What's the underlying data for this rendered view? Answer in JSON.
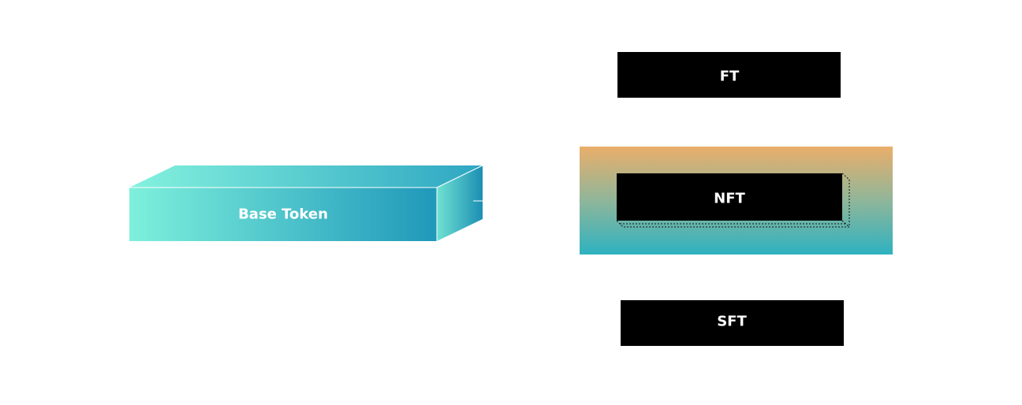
{
  "diagram": {
    "base_token": {
      "label": "Base Token"
    },
    "token_types": [
      {
        "label": "FT"
      },
      {
        "label": "NFT"
      },
      {
        "label": "SFT"
      }
    ],
    "colors": {
      "base_front_start": "#7ef0dc",
      "base_front_end": "#1f98ba",
      "highlight_top": "#eaae6a",
      "highlight_bottom": "#2eb2c0",
      "box_fill": "#000000",
      "label_text": "#ffffff"
    }
  }
}
